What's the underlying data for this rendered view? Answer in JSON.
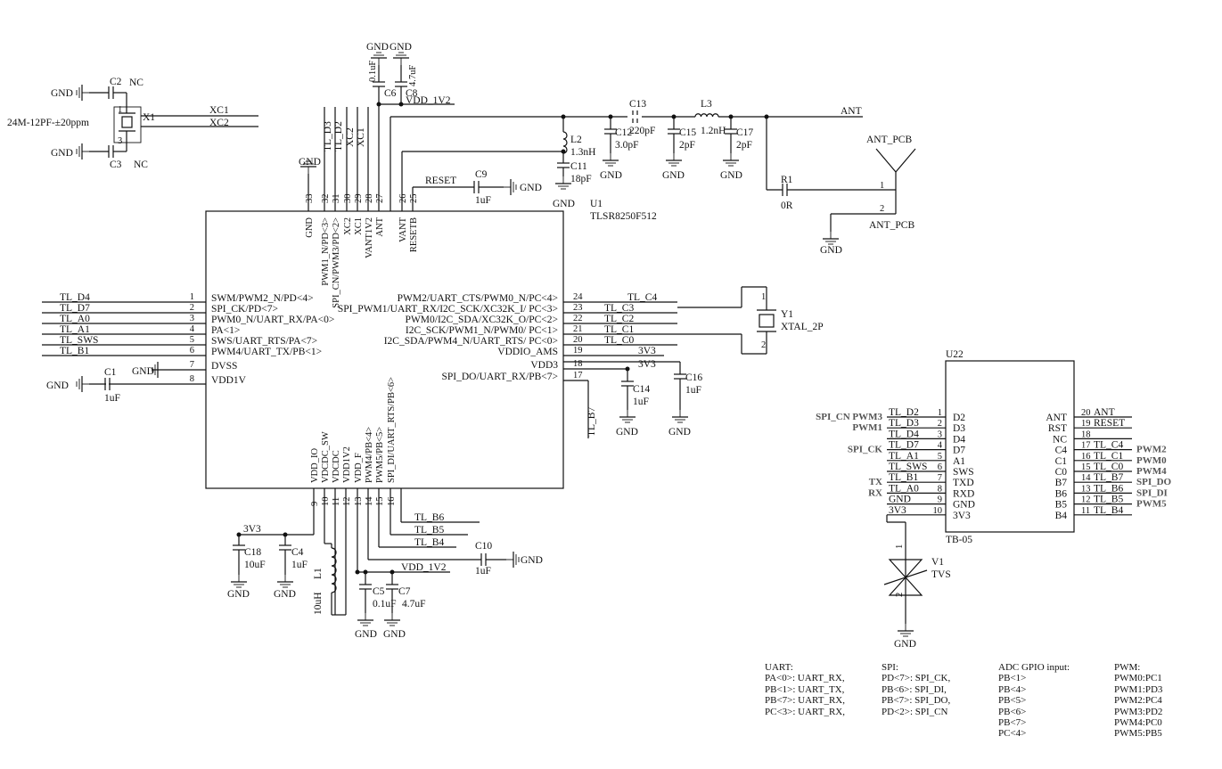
{
  "crystal": {
    "part": "24M-12PF-±20ppm",
    "ref": "X1",
    "cap_top": "C2",
    "cap_bot": "C3",
    "nc_top": "NC",
    "nc_bot": "NC",
    "gnd": "GND",
    "pin1": "1",
    "pin3": "3",
    "xc1": "XC1",
    "xc2": "XC2"
  },
  "top": {
    "gnd1": "GND",
    "gnd2": "GND",
    "c6": "C6",
    "c6v": "0.1uF",
    "c8": "C8",
    "c8v": "4.7uF",
    "vdd": "VDD_1V2",
    "gnd33": "GND",
    "vlabels": [
      "TL_D3",
      "TL_D2",
      "XC2",
      "XC1"
    ],
    "reset": "RESET",
    "c9": "C9",
    "c9v": "1uF",
    "c9gnd": "GND",
    "l2": "L2",
    "l2v": "1.3nH",
    "c11": "C11",
    "c11v": "18pF",
    "c11gnd": "GND",
    "c13": "C13",
    "c13v": "220pF",
    "c12": "C12",
    "c12v": "3.0pF",
    "c12gnd": "GND",
    "c15": "C15",
    "c15v": "2pF",
    "c15gnd": "GND",
    "l3": "L3",
    "l3v": "1.2nH",
    "c17": "C17",
    "c17v": "2pF",
    "c17gnd": "GND",
    "ant": "ANT",
    "u1": "U1",
    "u1part": "TLSR8250F512",
    "antpcb": "ANT_PCB",
    "antpcb2": "ANT_PCB",
    "r1": "R1",
    "r1v": "0R",
    "p1": "1",
    "p2": "2",
    "antgnd": "GND"
  },
  "u1": {
    "top_pins": [
      "33",
      "32",
      "31",
      "30",
      "29",
      "28",
      "27",
      "26",
      "25"
    ],
    "top_names": [
      "GND",
      "PWM1_N/PD<3>",
      "SPI_CN/PWM3/PD<2>",
      "XC2",
      "XC1",
      "VANT1V2",
      "ANT",
      "VANT",
      "RESETB"
    ],
    "left_nets": [
      "TL_D4",
      "TL_D7",
      "TL_A0",
      "TL_A1",
      "TL_SWS",
      "TL_B1"
    ],
    "left_pins": [
      "1",
      "2",
      "3",
      "4",
      "5",
      "6",
      "7",
      "8"
    ],
    "left_names": [
      "SWM/PWM2_N/PD<4>",
      "SPI_CK/PD<7>",
      "PWM0_N/UART_RX/PA<0>",
      "PA<1>",
      "SWS/UART_RTS/PA<7>",
      "PWM4/UART_TX/PB<1>",
      "DVSS",
      "VDD1V"
    ],
    "right_pins": [
      "24",
      "23",
      "22",
      "21",
      "20",
      "19",
      "18",
      "17"
    ],
    "right_names": [
      "PWM2/UART_CTS/PWM0_N/PC<4>",
      "SPI_PWM1/UART_RX/I2C_SCK/XC32K_I/ PC<3>",
      "PWM0/I2C_SDA/XC32K_O/PC<2>",
      "I2C_SCK/PWM1_N/PWM0/ PC<1>",
      "I2C_SDA/PWM4_N/UART_RTS/ PC<0>",
      "VDDIO_AMS",
      "VDD3",
      "SPI_DO/UART_RX/PB<7>"
    ],
    "right_nets": [
      "TL_C4",
      "TL_C3",
      "TL_C2",
      "TL_C1",
      "TL_C0",
      "3V3",
      "3V3"
    ],
    "bottom_pins": [
      "9",
      "10",
      "11",
      "12",
      "13",
      "14",
      "15",
      "16"
    ],
    "bottom_names": [
      "VDD_IO",
      "VDCDC_SW",
      "VDCDC",
      "VDD1V2",
      "VDD_F",
      "PWM4/PB<4>",
      "PWM5/PB<5>",
      "SPI_DI/UART_RTS/PB<6>"
    ],
    "bottom_nets": [
      "TL_B6",
      "TL_B5",
      "TL_B4"
    ],
    "tlb7": "TL_B7",
    "c1": "C1",
    "c1v": "1uF",
    "c1gnd": "GND",
    "dvssgnd": "GND",
    "c14": "C14",
    "c14v": "1uF",
    "c14gnd": "GND",
    "c16": "C16",
    "c16v": "1uF",
    "c16gnd": "GND",
    "y1": "Y1",
    "y1part": "XTAL_2P",
    "y1p1": "1",
    "y1p2": "2",
    "v3v3": "3V3",
    "c18": "C18",
    "c18v": "10uF",
    "c18gnd": "GND",
    "c4": "C4",
    "c4v": "1uF",
    "c4gnd": "GND",
    "l1": "L1",
    "l1v": "10uH",
    "c10": "C10",
    "c10v": "1uF",
    "c10gnd": "GND",
    "vdd12": "VDD_1V2",
    "c5": "C5",
    "c5v": "0.1uF",
    "c5gnd": "GND",
    "c7": "C7",
    "c7v": "4.7uF",
    "c7gnd": "GND"
  },
  "u22": {
    "ref": "U22",
    "part": "TB-05",
    "left_pins": [
      "1",
      "2",
      "3",
      "4",
      "5",
      "6",
      "7",
      "8",
      "9",
      "10"
    ],
    "left_nets": [
      "TL_D2",
      "TL_D3",
      "TL_D4",
      "TL_D7",
      "TL_A1",
      "TL_SWS",
      "TL_B1",
      "TL_A0",
      "GND",
      "3V3"
    ],
    "left_names": [
      "D2",
      "D3",
      "D4",
      "D7",
      "A1",
      "SWS",
      "TXD",
      "RXD",
      "GND",
      "3V3"
    ],
    "right_pins": [
      "20",
      "19",
      "18",
      "17",
      "16",
      "15",
      "14",
      "13",
      "12",
      "11"
    ],
    "right_nets": [
      "ANT",
      "RESET",
      "",
      "TL_C4",
      "TL_C1",
      "TL_C0",
      "TL_B7",
      "TL_B6",
      "TL_B5",
      "TL_B4"
    ],
    "right_names": [
      "ANT",
      "RST",
      "NC",
      "C4",
      "C1",
      "C0",
      "B7",
      "B6",
      "B5",
      "B4"
    ],
    "left_func": [
      "SPI_CN PWM3",
      "PWM1",
      "",
      "SPI_CK",
      "",
      "",
      "TX",
      "RX",
      "",
      ""
    ],
    "right_func": [
      "",
      "",
      "",
      "PWM2",
      "PWM0",
      "PWM4",
      "SPI_DO",
      "SPI_DI",
      "PWM5",
      ""
    ],
    "v1": "V1",
    "v1part": "TVS",
    "v1p1": "1",
    "v1p2": "2",
    "v1gnd": "GND"
  },
  "notes": {
    "uart": [
      "UART:",
      "PA<0>: UART_RX,",
      "PB<1>: UART_TX,",
      "PB<7>: UART_RX,",
      "PC<3>: UART_RX,"
    ],
    "spi": [
      "SPI:",
      "PD<7>: SPI_CK,",
      "PB<6>: SPI_DI,",
      "PB<7>: SPI_DO,",
      "PD<2>: SPI_CN"
    ],
    "adc": [
      "ADC GPIO input:",
      "PB<1>",
      "PB<4>",
      "PB<5>",
      "PB<6>",
      "PB<7>",
      "PC<4>"
    ],
    "pwm": [
      "PWM:",
      "PWM0:PC1",
      "PWM1:PD3",
      "PWM2:PC4",
      "PWM3:PD2",
      "PWM4:PC0",
      "PWM5:PB5"
    ]
  }
}
